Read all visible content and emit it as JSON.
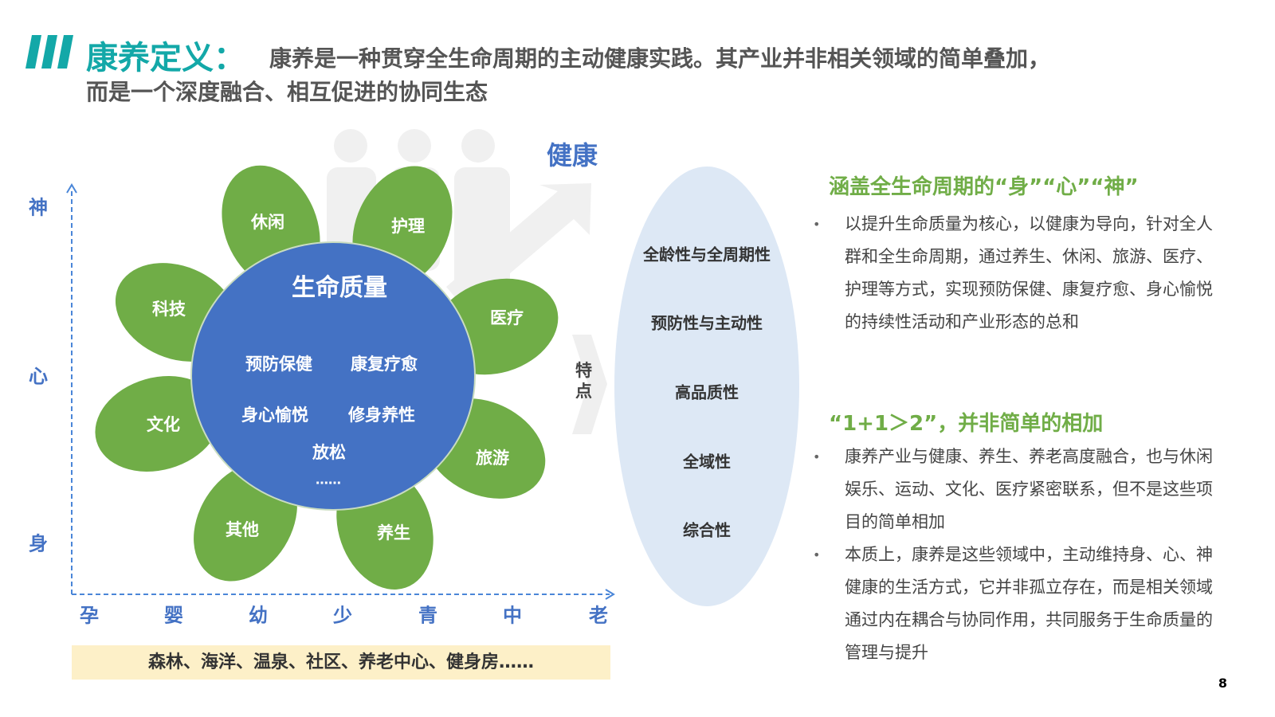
{
  "header": {
    "title": "康养定义：",
    "subtitle_line1": "康养是一种贯穿全生命周期的主动健康实践。其产业并非相关领域的简单叠加，",
    "subtitle_line2": "而是一个深度融合、相互促进的协同生态"
  },
  "diagram": {
    "health_label": "健康",
    "center_title": "生命质量",
    "center_items": [
      "预防保健",
      "康复疗愈",
      "身心愉悦",
      "修身养性",
      "放松",
      "……"
    ],
    "petals": [
      "休闲",
      "护理",
      "科技",
      "医疗",
      "文化",
      "旅游",
      "其他",
      "养生"
    ],
    "y_axis": [
      "神",
      "心",
      "身"
    ],
    "x_axis": [
      "孕",
      "婴",
      "幼",
      "少",
      "青",
      "中",
      "老"
    ],
    "bottom_note": "森林、海洋、温泉、社区、养老中心、健身房……",
    "feature_arrow": "特点",
    "features": [
      "全龄性与全周期性",
      "预防性与主动性",
      "高品质性",
      "全域性",
      "综合性"
    ]
  },
  "right": {
    "section1": {
      "heading": "涵盖全生命周期的“身”“心”“神”",
      "bullets": [
        "以提升生命质量为核心，以健康为导向，针对全人群和全生命周期，通过养生、休闲、旅游、医疗、护理等方式，实现预防保健、康复疗愈、身心愉悦的持续性活动和产业形态的总和"
      ]
    },
    "section2": {
      "heading": "“1+1＞2”，并非简单的相加",
      "bullets": [
        "康养产业与健康、养生、养老高度融合，也与休闲娱乐、运动、文化、医疗紧密联系，但不是这些项目的简单相加",
        "本质上，康养是这些领域中，主动维持身、心、神健康的生活方式，它并非孤立存在，而是相关领域通过内在耦合与协同作用，共同服务于生命质量的管理与提升"
      ]
    }
  },
  "page_number": "8",
  "colors": {
    "teal": "#13a8a8",
    "blue": "#4472c4",
    "green": "#70ad47",
    "light_blue": "#dde8f5"
  }
}
